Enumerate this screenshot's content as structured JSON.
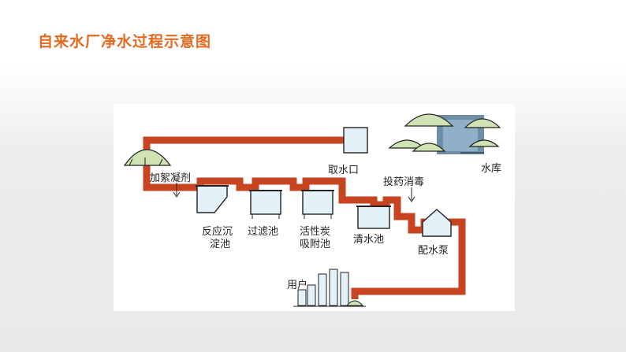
{
  "title": "自来水厂净水过程示意图",
  "labels": {
    "intake": "取水口",
    "reservoir": "水库",
    "coagulant": "加絮凝剂",
    "dosing": "投药消毒",
    "sedimentation": [
      "反应沉",
      "淀池"
    ],
    "filter": "过滤池",
    "carbon": [
      "活性炭",
      "吸附池"
    ],
    "clearwater": "清水池",
    "pump": "配水泵",
    "user": "用户"
  },
  "colors": {
    "title": "#e46a1f",
    "pipe": "#c8431f",
    "tank_fill": "#e3f1f9",
    "hill": "#cfe3b4",
    "water": "#6e8ea6"
  }
}
